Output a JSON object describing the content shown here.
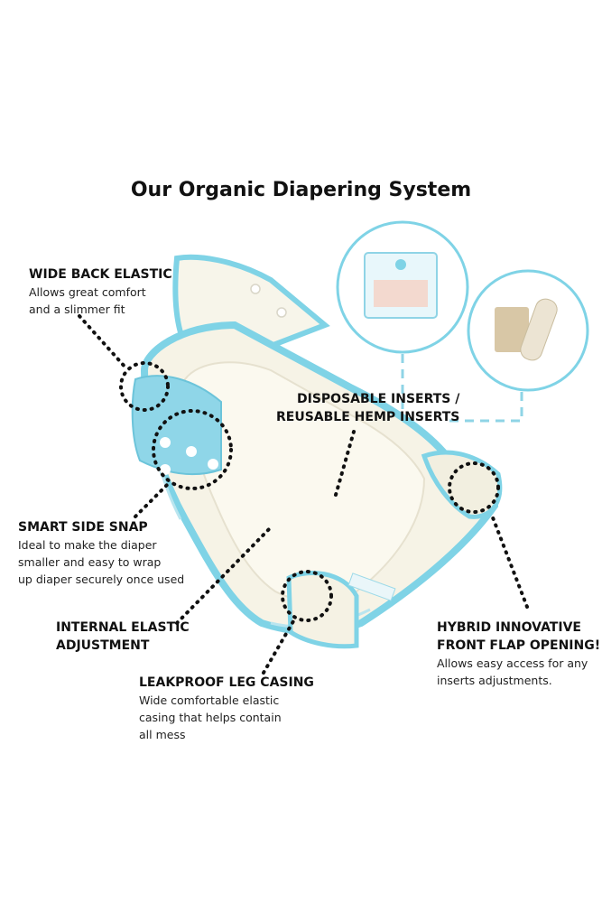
{
  "title": "Our Organic Diapering System",
  "callouts": {
    "wide_back_elastic": {
      "head": "WIDE BACK ELASTIC",
      "desc": [
        "Allows great comfort",
        "and a slimmer fit"
      ]
    },
    "inserts": {
      "head": [
        "DISPOSABLE INSERTS /",
        "REUSABLE HEMP INSERTS"
      ]
    },
    "smart_side_snap": {
      "head": "SMART SIDE SNAP",
      "desc": [
        "Ideal to make the diaper",
        "smaller and easy to wrap",
        "up diaper securely once used"
      ]
    },
    "internal_elastic": {
      "head": [
        "INTERNAL ELASTIC",
        "ADJUSTMENT"
      ]
    },
    "hybrid_front_flap": {
      "head": [
        "HYBRID INNOVATIVE",
        "FRONT FLAP OPENING!"
      ],
      "desc": [
        "Allows easy access for any",
        "inserts adjustments."
      ]
    },
    "leakproof_leg": {
      "head": "LEAKPROOF LEG CASING",
      "desc": [
        "Wide comfortable elastic",
        "casing that helps contain",
        "all mess"
      ]
    }
  },
  "colors": {
    "text": "#111111",
    "aqua_trim": "#7fd3e6",
    "inner_fabric": "#f6f3e6",
    "dotted_line": "#111111",
    "dashed_line": "#8fd4e6"
  }
}
